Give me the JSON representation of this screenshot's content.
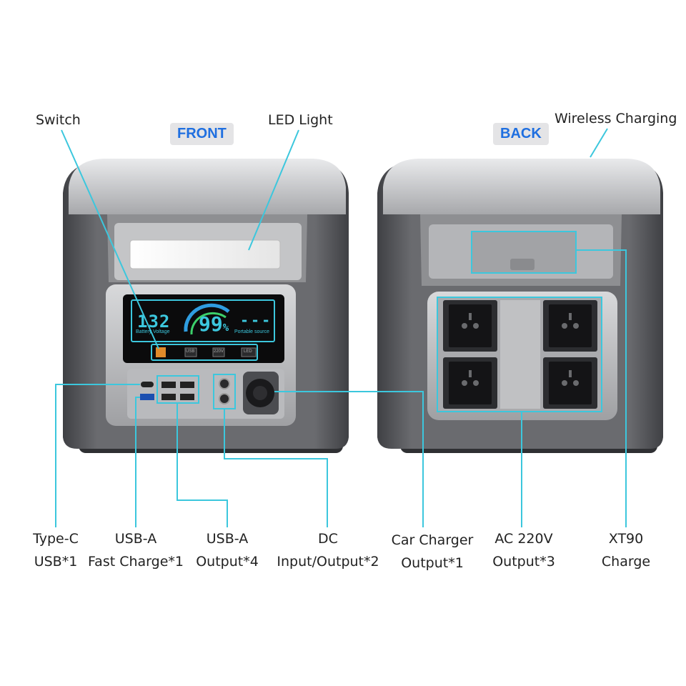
{
  "sides": {
    "front": "FRONT",
    "back": "BACK"
  },
  "colors": {
    "accent": "#3cc7dd",
    "tag_text": "#1f6fe0",
    "tag_bg": "#e4e4e6",
    "body_dark": "#5c5d61",
    "body_light": "#c9cacc"
  },
  "display": {
    "voltage": "132",
    "voltage_label": "Battery Voltage",
    "percent": "99",
    "percent_unit": "%",
    "source_dashes": "---",
    "source_label": "Portable source",
    "buttons": [
      "USB",
      "220V",
      "LED"
    ]
  },
  "top_labels": {
    "switch": "Switch",
    "led_light": "LED Light",
    "wireless": "Wireless Charging"
  },
  "bottom_labels": [
    {
      "line1": "Type-C",
      "line2": "USB*1"
    },
    {
      "line1": "USB-A",
      "line2": "Fast Charge*1"
    },
    {
      "line1": "USB-A",
      "line2": "Output*4"
    },
    {
      "line1": "DC",
      "line2": "Input/Output*2"
    },
    {
      "line1": "Car Charger",
      "line2": "Output*1"
    },
    {
      "line1": "AC 220V",
      "line2": "Output*3"
    },
    {
      "line1": "XT90",
      "line2": "Charge"
    }
  ]
}
